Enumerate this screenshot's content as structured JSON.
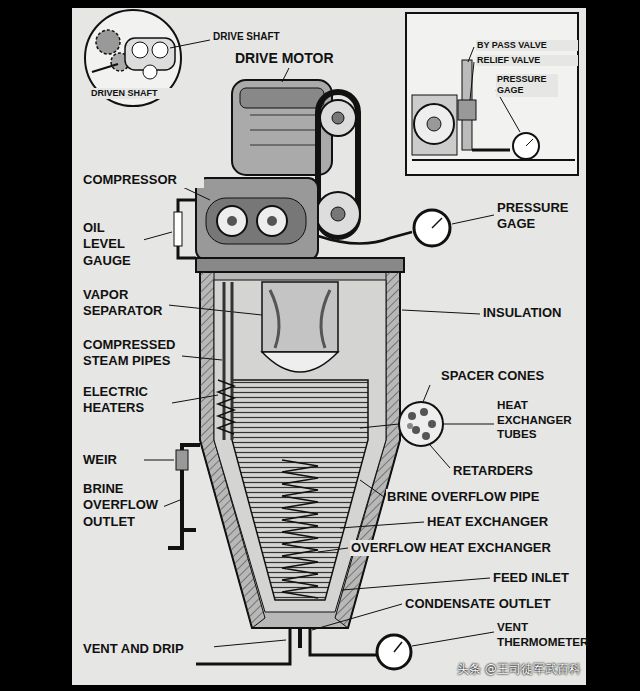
{
  "diagram": {
    "labels": [
      "DRIVE SHAFT",
      "DRIVEN SHAFT",
      "DRIVE MOTOR",
      "BY PASS VALVE",
      "RELIEF VALVE",
      "PRESSURE GAGE",
      "COMPRESSOR",
      "OIL LEVEL GAUGE",
      "PRESSURE GAGE",
      "VAPOR SEPARATOR",
      "INSULATION",
      "COMPRESSED STEAM PIPES",
      "ELECTRIC HEATERS",
      "SPACER CONES",
      "HEAT EXCHANGER TUBES",
      "RETARDERS",
      "WEIR",
      "BRINE OVERFLOW OUTLET",
      "BRINE OVERFLOW PIPE",
      "HEAT EXCHANGER",
      "OVERFLOW HEAT EXCHANGER",
      "FEED INLET",
      "CONDENSATE OUTLET",
      "VENT AND DRIP",
      "VENT THERMOMETER",
      "头条 @王司徒军武百科"
    ]
  }
}
